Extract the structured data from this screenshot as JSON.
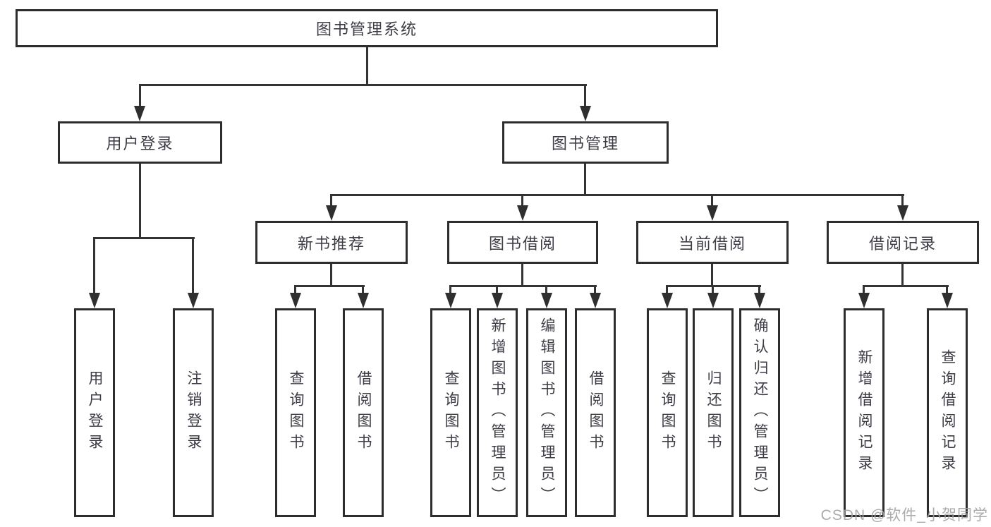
{
  "tree": {
    "root": "图书管理系统",
    "level2": [
      {
        "label": "用户登录",
        "leaves": [
          "用户登录",
          "注销登录"
        ]
      },
      {
        "label": "图书管理",
        "groups": [
          {
            "label": "新书推荐",
            "leaves": [
              "查询图书",
              "借阅图书"
            ]
          },
          {
            "label": "图书借阅",
            "leaves": [
              "查询图书",
              "新增图书（管理员）",
              "编辑图书（管理员）",
              "借阅图书"
            ]
          },
          {
            "label": "当前借阅",
            "leaves": [
              "查询图书",
              "归还图书",
              "确认归还（管理员）"
            ]
          },
          {
            "label": "借阅记录",
            "leaves": [
              "新增借阅记录",
              "查询借阅记录"
            ]
          }
        ]
      }
    ]
  },
  "watermark": {
    "text": "CSDN @软件_小贺同学"
  },
  "colors": {
    "background": "#ffffff",
    "box_border": "#2d2d2d",
    "connector_line": "#333333",
    "text": "#3d3d46",
    "watermark_text": "#a3a3a3"
  }
}
